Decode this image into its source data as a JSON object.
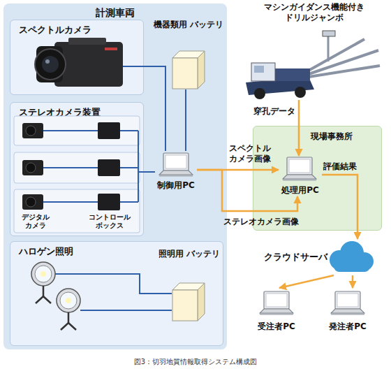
{
  "diagram": {
    "caption": "図3：切羽地質情報取得システム構成図",
    "nodes": [
      {
        "text": [
          "計測車両"
        ]
      },
      {
        "text": [
          "スペクトルカメラ"
        ],
        "in": 0
      },
      {
        "text": [
          "機器類用 バッテリ"
        ],
        "in": 0
      },
      {
        "text": [
          "ステレオカメラ装置"
        ],
        "in": 0
      },
      {
        "text": [
          "制御用PC"
        ],
        "in": 0
      },
      {
        "text": [
          "ハロゲン照明"
        ],
        "in": 0
      },
      {
        "text": [
          "照明用 バッテリ"
        ],
        "in": 5
      },
      {
        "text": [
          "マシンガイダンス機能付き ドリルジャンボ"
        ]
      },
      {
        "text": [
          "現場事務所"
        ]
      },
      {
        "text": [
          "処理用PC"
        ],
        "in": 8
      },
      {
        "text": [
          "クラウドサーバ"
        ]
      },
      {
        "text": [
          "受注者PC"
        ]
      },
      {
        "text": [
          "発注者PC"
        ]
      }
    ],
    "edges": [
      {
        "from": 1,
        "to": 4,
        "arrow": "none"
      },
      {
        "from": 2,
        "to": 4,
        "arrow": "none"
      },
      {
        "from": 3,
        "to": 4,
        "arrow": "none"
      },
      {
        "from": 7,
        "to": 9,
        "label": "穿孔データ",
        "arrow": "to"
      },
      {
        "from": 4,
        "to": 9,
        "label": "スペクトル カメラ画像",
        "arrow": "to"
      },
      {
        "from": 4,
        "to": 9,
        "label": "ステレオカメラ画像",
        "arrow": "to"
      },
      {
        "from": 9,
        "to": 10,
        "label": "評価結果",
        "arrow": "to"
      },
      {
        "from": 10,
        "to": 11,
        "arrow": "to"
      },
      {
        "from": 10,
        "to": 12,
        "arrow": "to"
      }
    ],
    "labels": [
      "デジタル カメラ",
      "コントロール ボックス"
    ]
  }
}
